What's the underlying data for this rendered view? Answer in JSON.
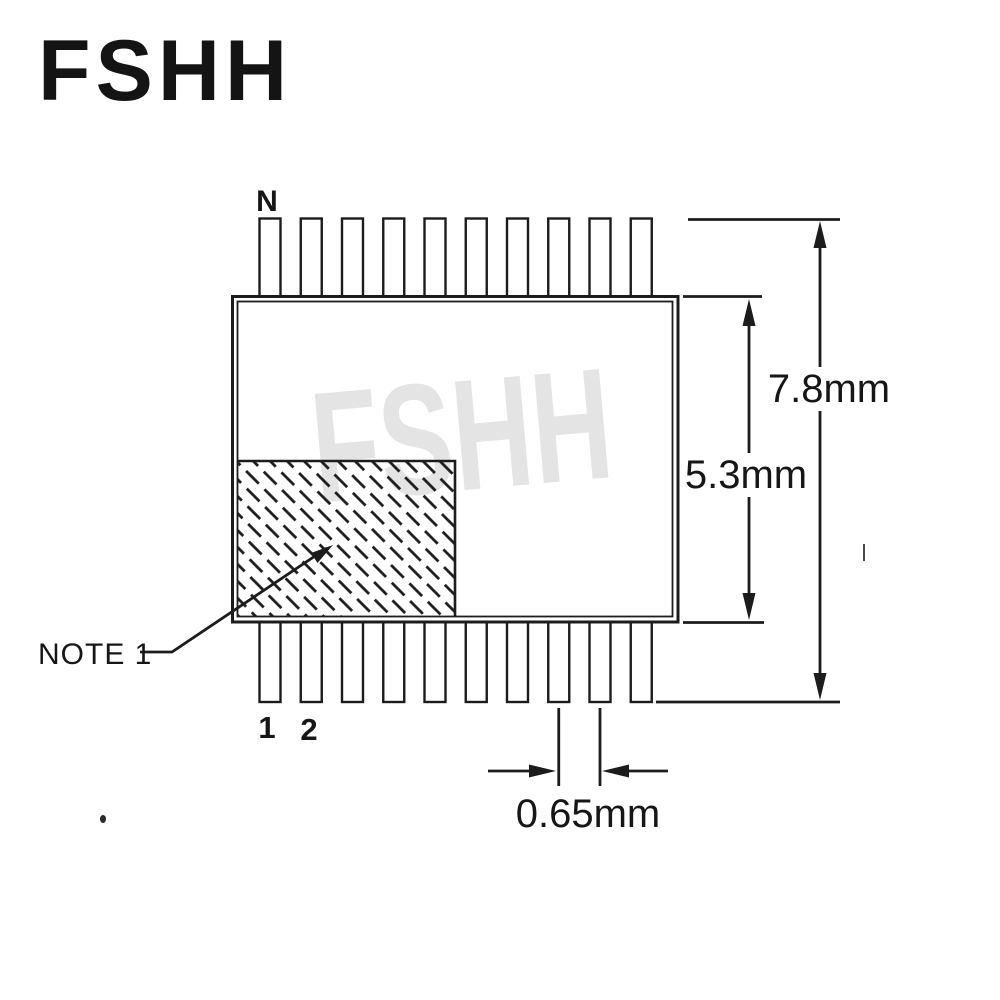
{
  "brand": {
    "logo_text": "FSHH"
  },
  "watermark_text": "FSHH",
  "package": {
    "pins_per_side": 10,
    "labels": {
      "first_pin_top": "N",
      "pin1": "1",
      "pin2": "2"
    },
    "note_label": "NOTE 1"
  },
  "dimensions": {
    "overall_height": "7.8mm",
    "body_height": "5.3mm",
    "pin_pitch": "0.65mm"
  },
  "colors": {
    "line": "#1c1c1c",
    "text": "#161616",
    "watermark": "#e4e4e4",
    "background": "#ffffff"
  }
}
